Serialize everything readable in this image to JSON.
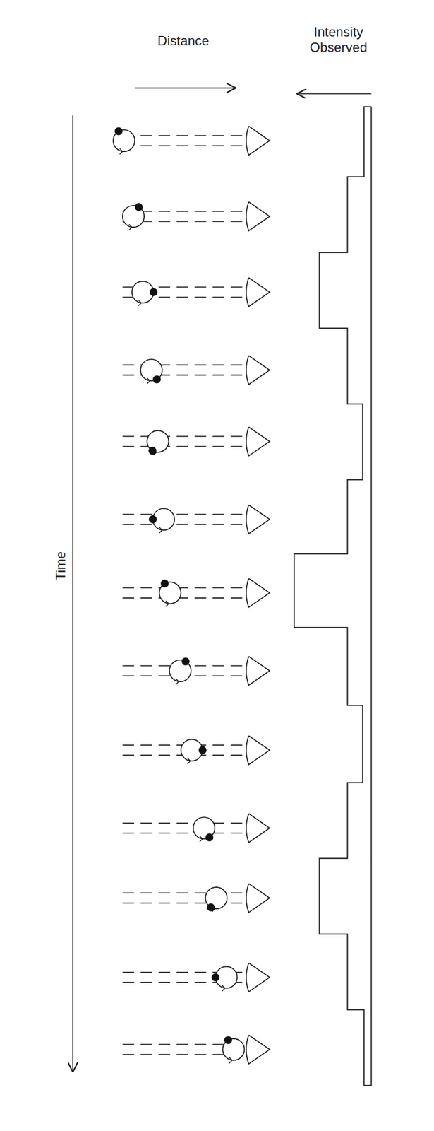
{
  "diagram": {
    "labels": [
      "Distance",
      "Intensity Observed",
      "Time"
    ]
  }
}
